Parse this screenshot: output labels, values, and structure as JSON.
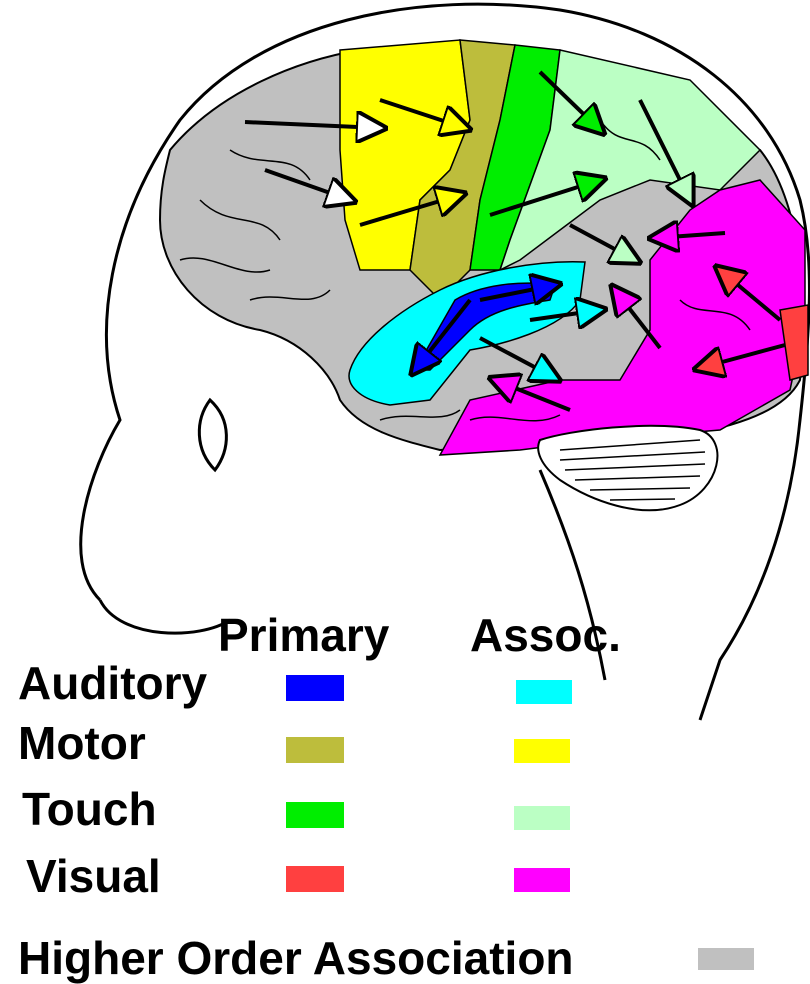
{
  "legend": {
    "col_primary": "Primary",
    "col_assoc": "Assoc.",
    "rows": [
      {
        "label": "Auditory",
        "primary_color": "#0000ff",
        "assoc_color": "#00ffff"
      },
      {
        "label": "Motor",
        "primary_color": "#bdbd3c",
        "assoc_color": "#ffff00"
      },
      {
        "label": "Touch",
        "primary_color": "#00ee00",
        "assoc_color": "#bbffc4"
      },
      {
        "label": "Visual",
        "primary_color": "#ff4040",
        "assoc_color": "#ff00ff"
      }
    ],
    "higher_order_label": "Higher Order Association",
    "higher_order_color": "#c0c0c0"
  }
}
